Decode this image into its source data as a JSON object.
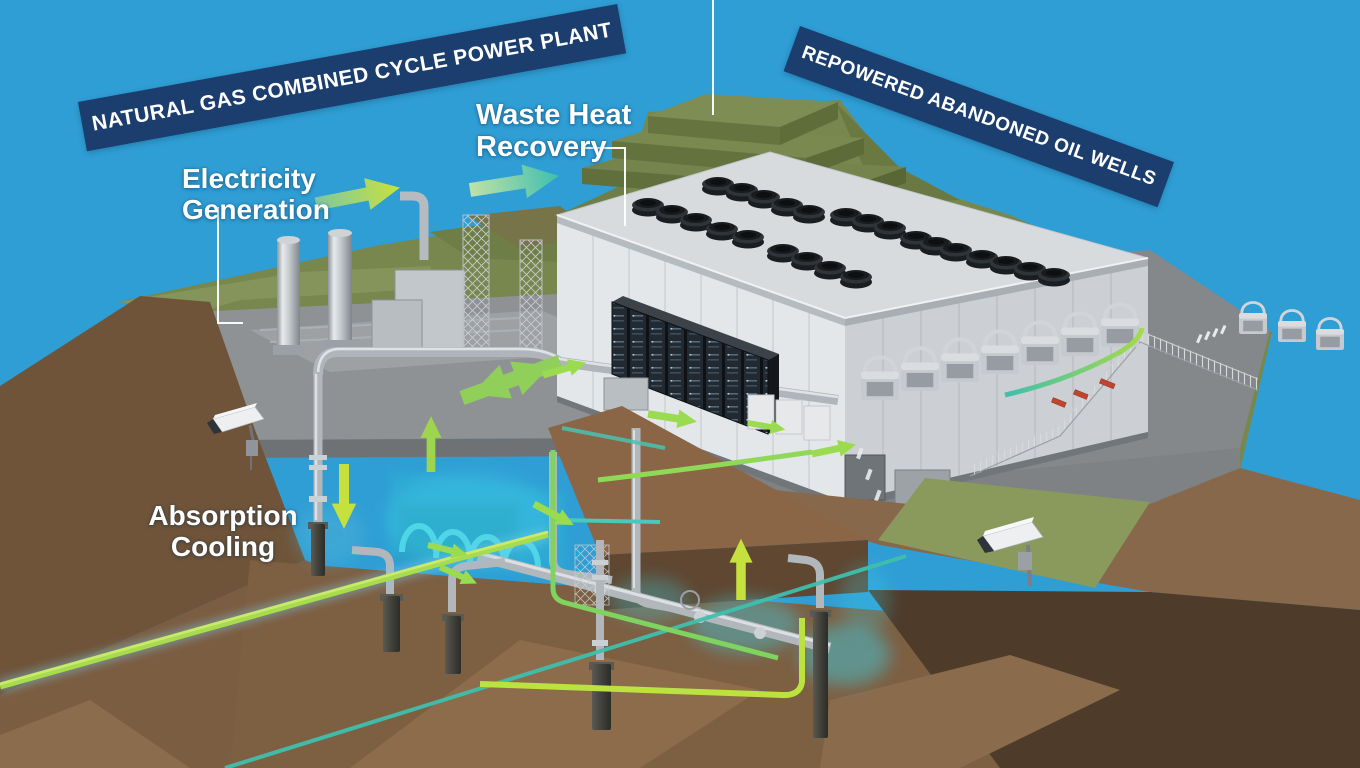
{
  "banners": {
    "left": {
      "text": "NATURAL GAS COMBINED CYCLE POWER PLANT"
    },
    "right": {
      "text": "REPOWERED ABANDONED OIL WELLS"
    }
  },
  "labels": {
    "electricity_generation": {
      "line1": "Electricity",
      "line2": "Generation"
    },
    "waste_heat_recovery": {
      "line1": "Waste Heat",
      "line2": "Recovery"
    },
    "absorption_cooling": {
      "line1": "Absorption",
      "line2": "Cooling"
    }
  },
  "icons": {
    "left_camera": "cctv-camera-icon",
    "right_camera": "cctv-camera-icon",
    "roof_fans": "exhaust-fan-icon",
    "wells": "well-casing-icon",
    "flow_arrows": "flow-arrow-icon"
  },
  "colors": {
    "sky": "#2F9ED4",
    "banner_navy": "#1B3E6E",
    "label_text": "#FFFFFF",
    "hill_olive": "#77874E",
    "terrace_olive": "#7E8D53",
    "grass_green": "#8A995C",
    "concrete": "#8D9093",
    "building_wall_light": "#E4E7EA",
    "building_wall_shade": "#CCD0D4",
    "roof_gray": "#D8DBDE",
    "rack_black": "#20252B",
    "metal_silver": "#B2B7BC",
    "earth_light": "#8A6C4C",
    "earth_mid": "#7B5D41",
    "earth_dark": "#4F3B2A",
    "flow_green": "#A7DC4D",
    "arrow_yellow_green": "#C6E03E",
    "arrow_teal": "#3FBFAD",
    "glow_cyan": "#3FD0E8",
    "alert_red": "#C0452F"
  }
}
